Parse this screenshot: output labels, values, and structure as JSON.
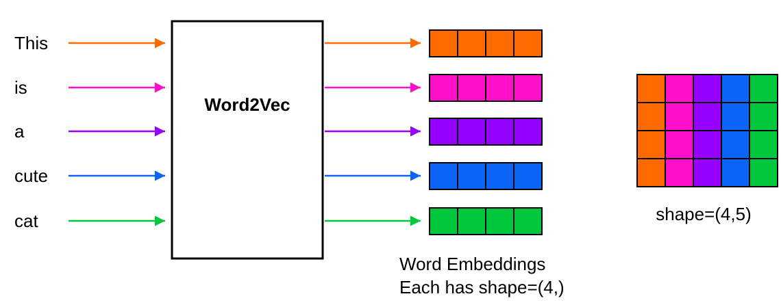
{
  "model": {
    "label": "Word2Vec"
  },
  "words": [
    {
      "text": "This",
      "color": "#ff6a00"
    },
    {
      "text": "is",
      "color": "#ff10c8"
    },
    {
      "text": "a",
      "color": "#9500ff"
    },
    {
      "text": "cute",
      "color": "#0a64f5"
    },
    {
      "text": "cat",
      "color": "#00c83c"
    }
  ],
  "embeddings": {
    "cells_per_vector": 4,
    "caption_line1": "Word Embeddings",
    "caption_line2": "Each has shape=(4,)"
  },
  "matrix": {
    "rows": 4,
    "cols": 5,
    "caption": "shape=(4,5)"
  }
}
